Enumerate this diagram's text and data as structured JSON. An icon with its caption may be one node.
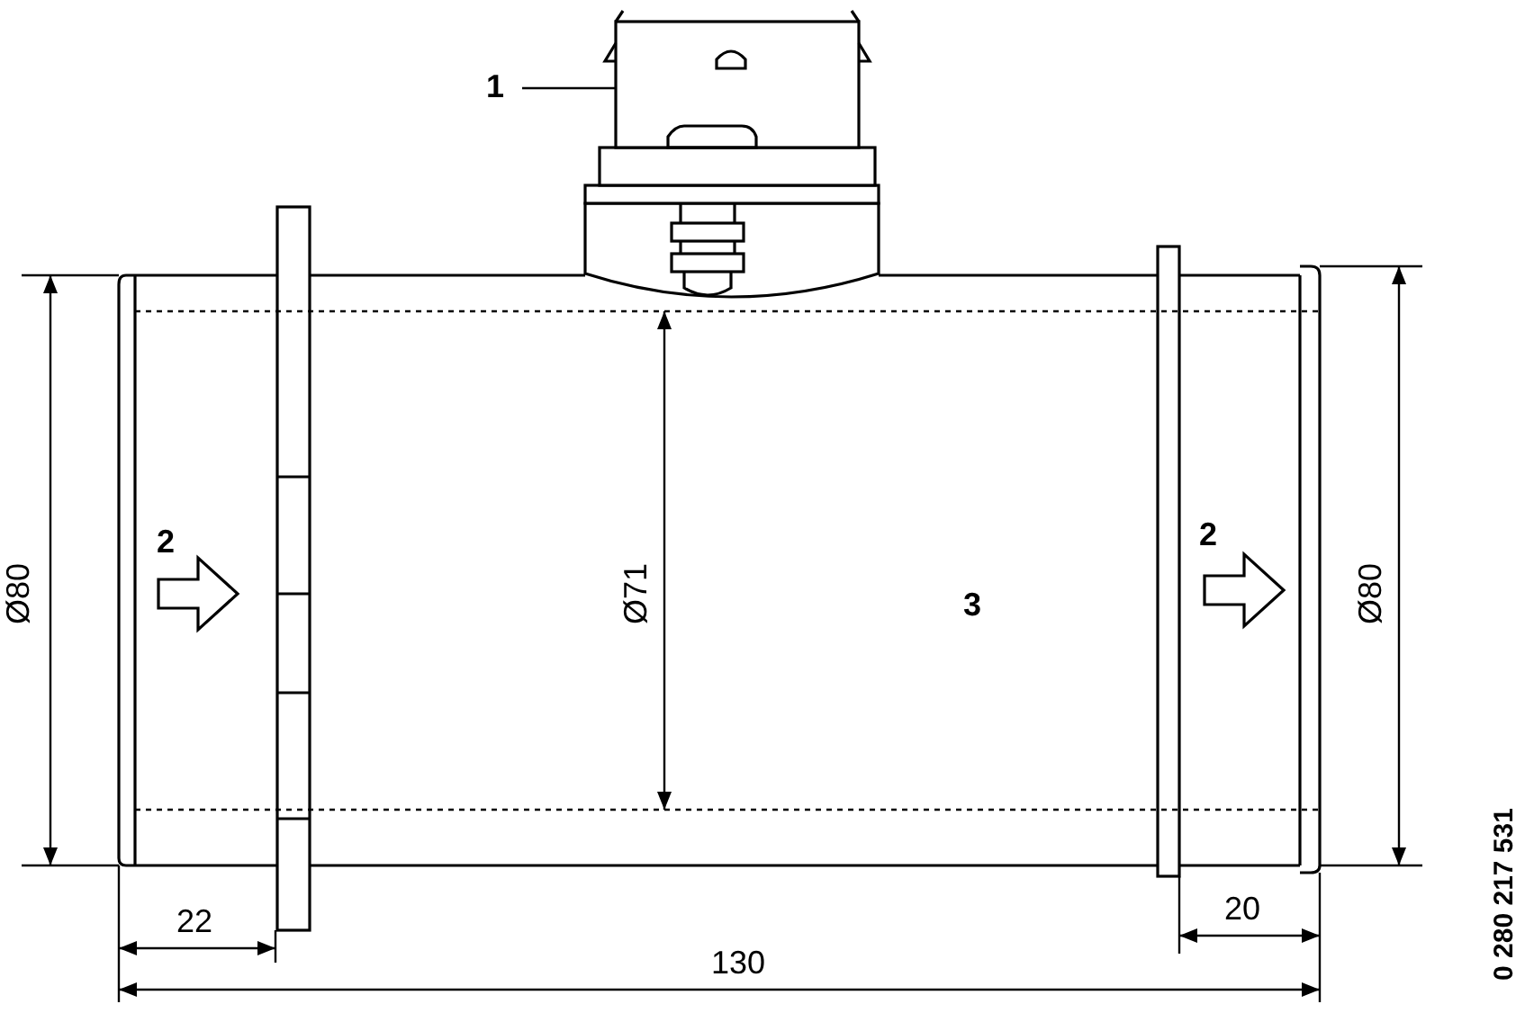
{
  "diagram": {
    "nodes": [
      {
        "text": [
          "1"
        ]
      },
      {
        "text": [],
        "shape": "picture"
      }
    ],
    "edges": [
      {
        "from": 0,
        "to": 1,
        "arrow": "none"
      }
    ],
    "labels": [
      "Ø80",
      "2",
      "Ø71",
      "3",
      "2",
      "Ø80",
      "0 280 217 531",
      "22",
      "20",
      "130"
    ]
  }
}
